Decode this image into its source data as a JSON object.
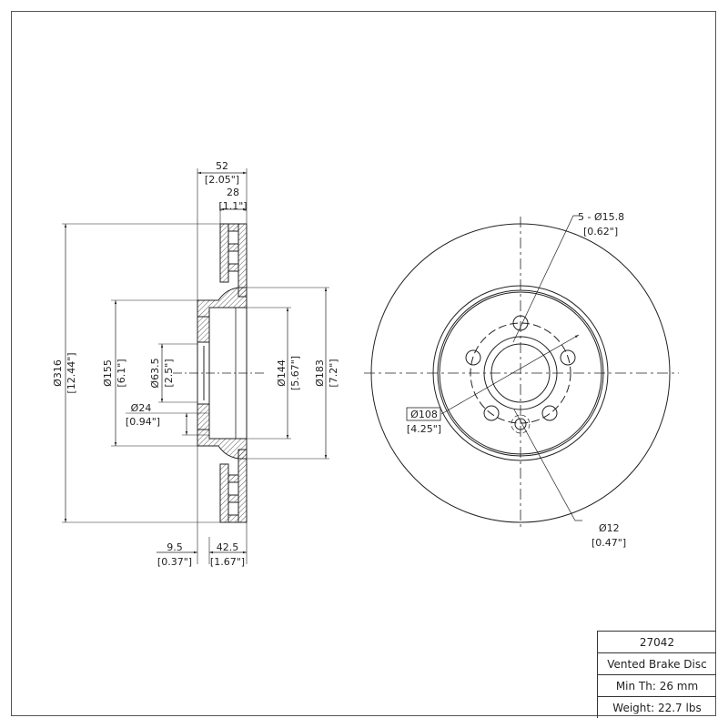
{
  "drawing": {
    "type": "technical-drawing",
    "subject": "Vented Brake Disc",
    "side_view": {
      "overall_width": {
        "mm": "52",
        "in": "[2.05\"]"
      },
      "rotor_width": {
        "mm": "28",
        "in": "[1.1\"]"
      },
      "outer_diameter": {
        "mm": "Ø316",
        "in": "[12.44\"]"
      },
      "hat_diameter": {
        "mm": "Ø155",
        "in": "[6.1\"]"
      },
      "center_bore": {
        "mm": "Ø63.5",
        "in": "[2.5\"]"
      },
      "stud_hole": {
        "mm": "Ø24",
        "in": "[0.94\"]"
      },
      "inner_diameter": {
        "mm": "Ø144",
        "in": "[5.67\"]"
      },
      "friction_inner_diameter": {
        "mm": "Ø183",
        "in": "[7.2\"]"
      },
      "hat_offset": {
        "mm": "9.5",
        "in": "[0.37\"]"
      },
      "hat_height": {
        "mm": "42.5",
        "in": "[1.67\"]"
      }
    },
    "front_view": {
      "bolt_holes": {
        "mm": "5 - Ø15.8",
        "in": "[0.62\"]"
      },
      "bolt_circle": {
        "mm": "Ø108",
        "in": "[4.25\"]"
      },
      "locator_hole": {
        "mm": "Ø12",
        "in": "[0.47\"]"
      }
    }
  },
  "title_block": {
    "part_number": "27042",
    "description": "Vented Brake Disc",
    "min_thickness": "Min Th: 26 mm",
    "weight": "Weight: 22.7 lbs"
  },
  "colors": {
    "line": "#222222",
    "background": "#ffffff"
  }
}
